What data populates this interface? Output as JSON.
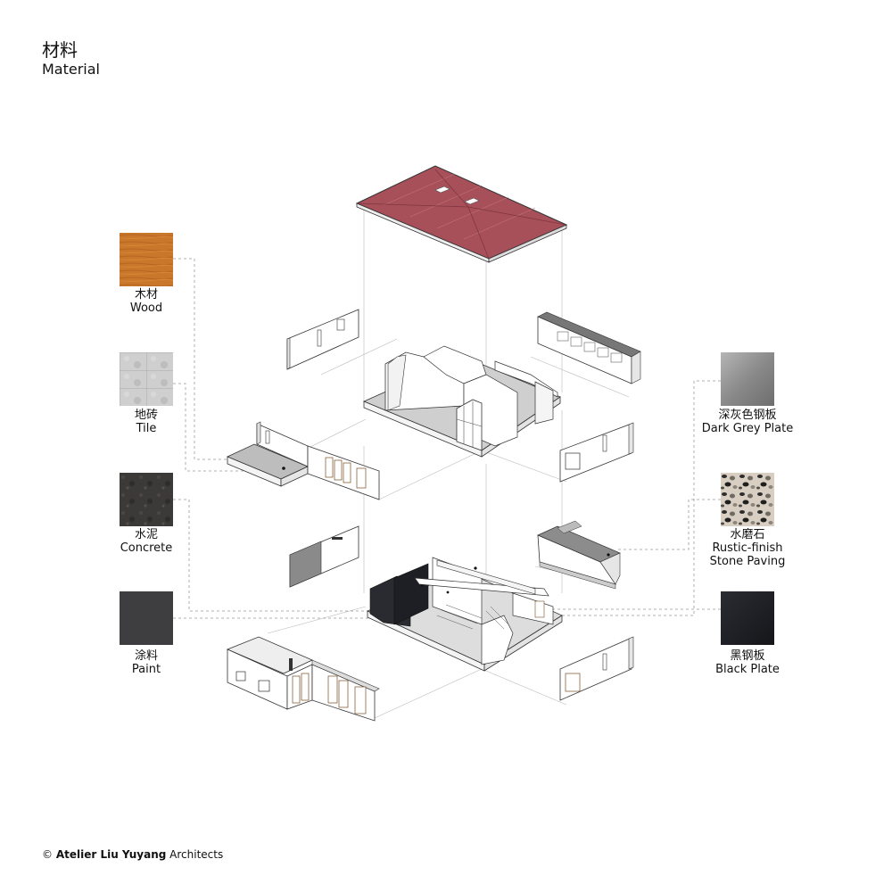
{
  "title": {
    "zh": "材料",
    "en": "Material"
  },
  "materials_left": [
    {
      "zh": "木材",
      "en": "Wood",
      "color": "#c9772a"
    },
    {
      "zh": "地砖",
      "en": "Tile",
      "color": "#c7c7c7"
    },
    {
      "zh": "水泥",
      "en": "Concrete",
      "color": "#3c3a38"
    },
    {
      "zh": "涂料",
      "en": "Paint",
      "color": "#3e3e40"
    }
  ],
  "materials_right": [
    {
      "zh": "深灰色钢板",
      "en": "Dark Grey Plate",
      "color": "#8c8c8c"
    },
    {
      "zh": "水磨石",
      "en": "Rustic-finish",
      "en2": "Stone Paving",
      "color": "#bdb4a8"
    },
    {
      "zh": "黑钢板",
      "en": "Black Plate",
      "color": "#1e1f24"
    }
  ],
  "footer": {
    "copyright": "©",
    "studio": "Atelier Liu Yuyang",
    "suffix": "Architects"
  },
  "colors": {
    "roof": "#a8505a",
    "line": "#555555",
    "leader": "#999999"
  }
}
